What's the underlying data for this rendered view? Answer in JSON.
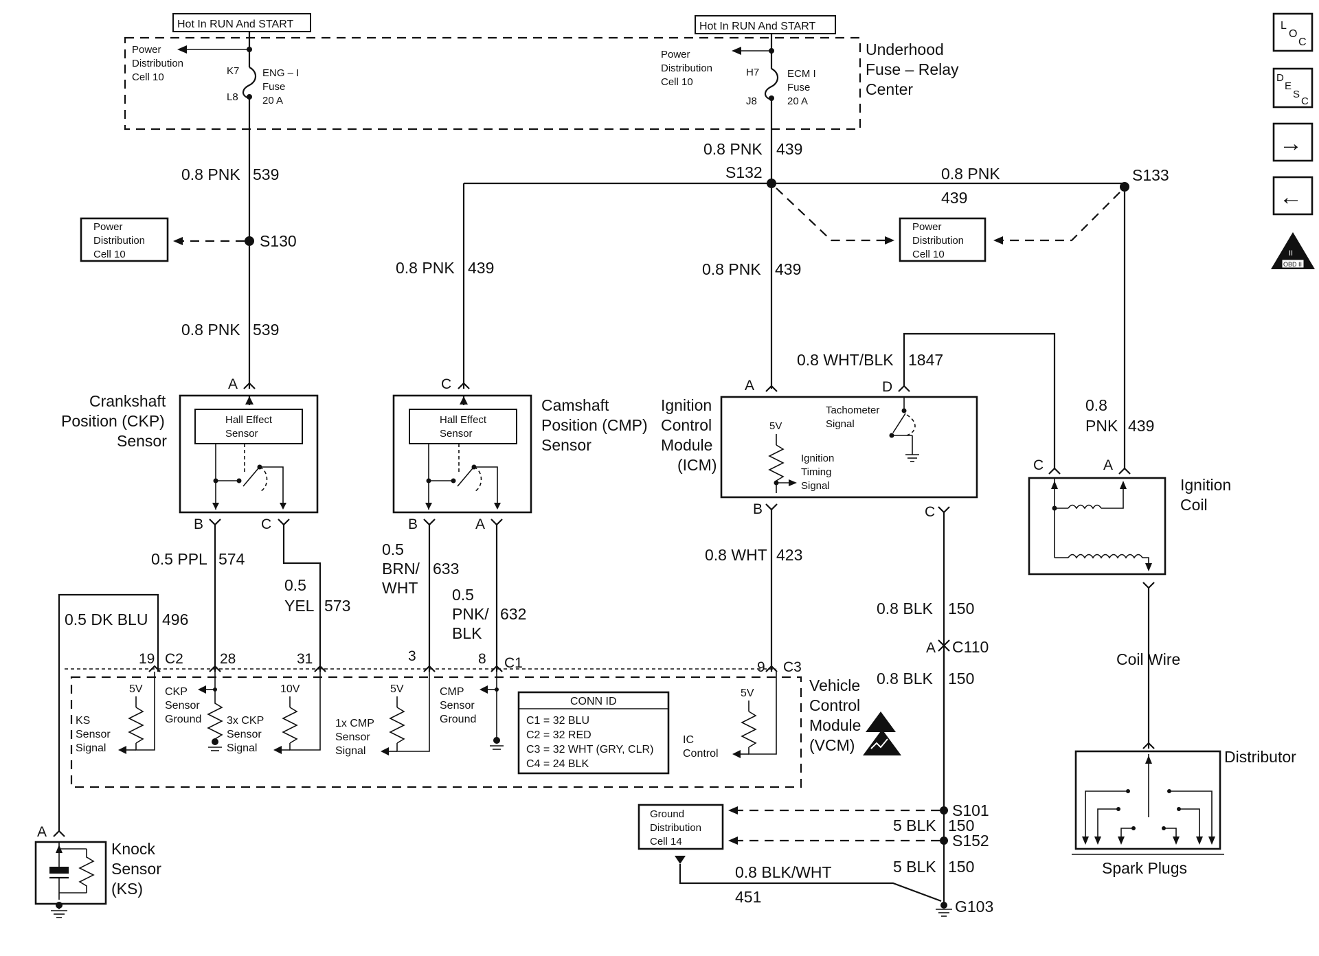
{
  "fuse_center": {
    "label": [
      "Underhood",
      "Fuse – Relay",
      "Center"
    ],
    "hot_left": "Hot In RUN And START",
    "hot_right": "Hot In RUN And START",
    "pdc_left": [
      "Power",
      "Distribution",
      "Cell 10"
    ],
    "pdc_right": [
      "Power",
      "Distribution",
      "Cell 10"
    ],
    "fuse_left": {
      "top_pin": "K7",
      "bottom_pin": "L8",
      "name": [
        "ENG – I",
        "Fuse",
        "20 A"
      ]
    },
    "fuse_right": {
      "top_pin": "H7",
      "bottom_pin": "J8",
      "name": [
        "ECM I",
        "Fuse",
        "20 A"
      ]
    }
  },
  "wires": {
    "w539_top": "0.8 PNK",
    "w539_top_num": "539",
    "w539_bot": "0.8 PNK",
    "w539_bot_num": "539",
    "w439_top": "0.8 PNK",
    "w439_top_num": "439",
    "w439_s133": "0.8 PNK",
    "w439_s133_num": "439",
    "w439_cmp": "0.8 PNK",
    "w439_cmp_num": "439",
    "w439_icm": "0.8 PNK",
    "w439_icm_num": "439",
    "w1847": "0.8 WHT/BLK",
    "w1847_num": "1847",
    "w439_coil": [
      "0.8",
      "PNK"
    ],
    "w439_coil_num": "439",
    "w574": "0.5 PPL",
    "w574_num": "574",
    "w573": [
      "0.5",
      "YEL"
    ],
    "w573_num": "573",
    "w633": [
      "0.5",
      "BRN/",
      "WHT"
    ],
    "w633_num": "633",
    "w632": [
      "0.5",
      "PNK/",
      "BLK"
    ],
    "w632_num": "632",
    "w423": "0.8 WHT",
    "w423_num": "423",
    "w150a": "0.8 BLK",
    "w150a_num": "150",
    "w150b": "0.8 BLK",
    "w150b_num": "150",
    "w150c": "5 BLK",
    "w150c_num": "150",
    "w150d": "5 BLK",
    "w150d_num": "150",
    "w496": "0.5 DK BLU",
    "w496_num": "496",
    "w451": "0.8 BLK/WHT",
    "w451_num": "451",
    "coil_wire": "Coil  Wire"
  },
  "splices": {
    "s130": "S130",
    "s132": "S132",
    "s133": "S133",
    "s101": "S101",
    "s152": "S152",
    "g103": "G103",
    "c110": "C110",
    "c110_pin": "A"
  },
  "pdc_boxes": {
    "left": [
      "Power",
      "Distribution",
      "Cell 10"
    ],
    "right": [
      "Power",
      "Distribution",
      "Cell 10"
    ],
    "ground": [
      "Ground",
      "Distribution",
      "Cell 14"
    ]
  },
  "ckp": {
    "title": [
      "Crankshaft",
      "Position (CKP)",
      "Sensor"
    ],
    "inner": [
      "Hall Effect",
      "Sensor"
    ],
    "pin_a": "A",
    "pin_b": "B",
    "pin_c": "C"
  },
  "cmp": {
    "title": [
      "Camshaft",
      "Position (CMP)",
      "Sensor"
    ],
    "inner": [
      "Hall Effect",
      "Sensor"
    ],
    "pin_c": "C",
    "pin_b": "B",
    "pin_a": "A"
  },
  "icm": {
    "title": [
      "Ignition",
      "Control",
      "Module",
      "(ICM)"
    ],
    "v5": "5V",
    "timing": [
      "Ignition",
      "Timing",
      "Signal"
    ],
    "tach": [
      "Tachometer",
      "Signal"
    ],
    "pin_a": "A",
    "pin_d": "D",
    "pin_b": "B",
    "pin_c": "C"
  },
  "coil": {
    "title": [
      "Ignition",
      "Coil"
    ],
    "pin_c": "C",
    "pin_a": "A"
  },
  "distributor": {
    "title": "Distributor",
    "plugs": "Spark Plugs"
  },
  "vcm": {
    "title": [
      "Vehicle",
      "Control",
      "Module",
      "(VCM)"
    ],
    "conn_title": "CONN ID",
    "conn": [
      "C1 = 32 BLU",
      "C2 = 32 RED",
      "C3 = 32 WHT (GRY, CLR)",
      "C4 = 24 BLK"
    ],
    "pins": {
      "p19": "19",
      "c2": "C2",
      "p28": "28",
      "p31": "31",
      "p3": "3",
      "p8": "8",
      "c1": "C1",
      "p9": "9",
      "c3": "C3"
    },
    "ks_signal": [
      "KS",
      "Sensor",
      "Signal"
    ],
    "ckp_ground": [
      "CKP",
      "Sensor",
      "Ground"
    ],
    "ckp3x": [
      "3x CKP",
      "Sensor",
      "Signal"
    ],
    "cmp1x": [
      "1x CMP",
      "Sensor",
      "Signal"
    ],
    "cmp_ground": [
      "CMP",
      "Sensor",
      "Ground"
    ],
    "ic_control": [
      "IC",
      "Control"
    ],
    "v5a": "5V",
    "v10": "10V",
    "v5b": "5V",
    "v5c": "5V"
  },
  "knock": {
    "title": [
      "Knock",
      "Sensor",
      "(KS)"
    ],
    "pin_a": "A"
  },
  "nav": {
    "loc": [
      "L",
      "O",
      "C"
    ],
    "desc": [
      "D",
      "E",
      "S",
      "C"
    ],
    "next": "→",
    "prev": "←",
    "obd": [
      "II",
      "OBD II"
    ]
  }
}
